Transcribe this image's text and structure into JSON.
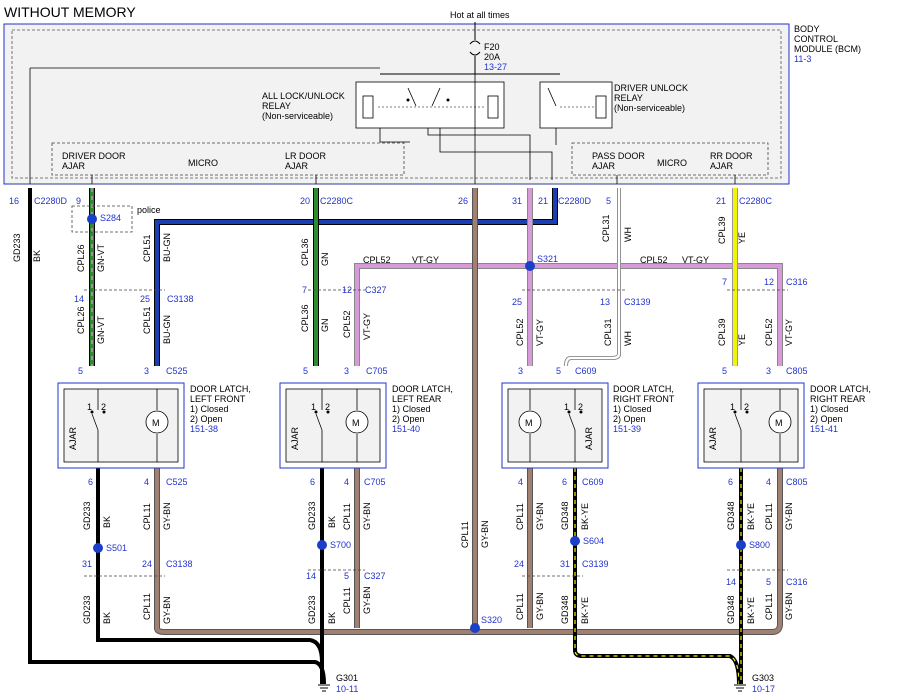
{
  "title": "WITHOUT MEMORY",
  "hot": "Hot at all times",
  "fuse": {
    "name": "F20",
    "rating": "20A",
    "ref": "13-27"
  },
  "bcm": {
    "l1": "BODY",
    "l2": "CONTROL",
    "l3": "MODULE (BCM)",
    "ref": "11-3"
  },
  "relay_all": {
    "l1": "ALL LOCK/UNLOCK",
    "l2": "RELAY",
    "l3": "(Non-serviceable)"
  },
  "relay_drv": {
    "l1": "DRIVER UNLOCK",
    "l2": "RELAY",
    "l3": "(Non-serviceable)"
  },
  "ajar": {
    "drv": {
      "l1": "DRIVER DOOR",
      "l2": "AJAR"
    },
    "lr": {
      "l1": "LR DOOR",
      "l2": "AJAR"
    },
    "pass": {
      "l1": "PASS DOOR",
      "l2": "AJAR"
    },
    "rr": {
      "l1": "RR DOOR",
      "l2": "AJAR"
    },
    "micro": "MICRO"
  },
  "bcm_pins": {
    "p16": "16",
    "c2280d_a": "C2280D",
    "p9": "9",
    "p20": "20",
    "c2280c_a": "C2280C",
    "p26": "26",
    "p31": "31",
    "p21a": "21",
    "c2280d_b": "C2280D",
    "p5": "5",
    "p21b": "21",
    "c2280c_b": "C2280C"
  },
  "splices": {
    "s284": "S284",
    "police": "police",
    "s321": "S321",
    "s501": "S501",
    "s700": "S700",
    "s604": "S604",
    "s800": "S800",
    "s320": "S320"
  },
  "wires": {
    "gd233": "GD233",
    "bk": "BK",
    "cpl26": "CPL26",
    "gnvt": "GN-VT",
    "cpl51": "CPL51",
    "bugn": "BU-GN",
    "cpl36": "CPL36",
    "gn": "GN",
    "cpl52": "CPL52",
    "vtgy": "VT-GY",
    "cpl11": "CPL11",
    "gybn": "GY-BN",
    "cpl31": "CPL31",
    "wh": "WH",
    "cpl39": "CPL39",
    "ye": "YE",
    "gd348": "GD348",
    "bkye": "BK-YE"
  },
  "connectors": {
    "c3138": "C3138",
    "c327": "C327",
    "c3139": "C3139",
    "c316": "C316",
    "c525": "C525",
    "c705": "C705",
    "c609": "C609",
    "c805": "C805"
  },
  "pins": {
    "p14": "14",
    "p25": "25",
    "p7": "7",
    "p12": "12",
    "p13": "13",
    "p5": "5",
    "p3": "3",
    "p6": "6",
    "p4": "4",
    "p31": "31",
    "p24": "24",
    "p1": "1",
    "p2": "2"
  },
  "latch": {
    "lf": {
      "l1": "DOOR LATCH,",
      "l2": "LEFT FRONT",
      "o1": "1) Closed",
      "o2": "2) Open",
      "ref": "151-38"
    },
    "lr": {
      "l1": "DOOR LATCH,",
      "l2": "LEFT REAR",
      "o1": "1) Closed",
      "o2": "2) Open",
      "ref": "151-40"
    },
    "rf": {
      "l1": "DOOR LATCH,",
      "l2": "RIGHT FRONT",
      "o1": "1) Closed",
      "o2": "2) Open",
      "ref": "151-39"
    },
    "rr": {
      "l1": "DOOR LATCH,",
      "l2": "RIGHT REAR",
      "o1": "1) Closed",
      "o2": "2) Open",
      "ref": "151-41"
    },
    "ajar": "AJAR",
    "motor": "M"
  },
  "grounds": {
    "g301": "G301",
    "g301_ref": "10-11",
    "g303": "G303",
    "g303_ref": "10-17"
  },
  "colors": {
    "bk": "#000000",
    "gn": "#2e8b2e",
    "bu": "#1a3fb0",
    "vt": "#d99ad9",
    "gy": "#888888",
    "bn": "#7a5b4a",
    "ye": "#f2f20a",
    "wh": "#ffffff",
    "blue": "#2233cc"
  }
}
